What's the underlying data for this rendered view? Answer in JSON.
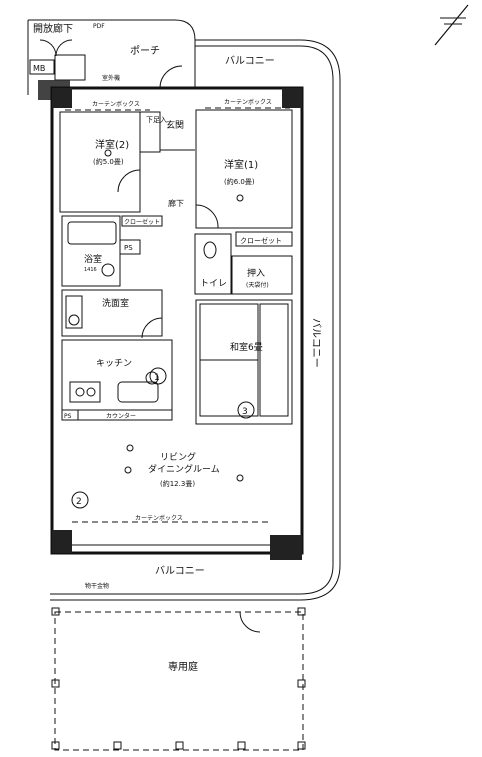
{
  "labels": {
    "open_corridor": "開放廊下",
    "porch": "ポーチ",
    "balcony_top": "バルコニー",
    "balcony_right": "バルコニー",
    "balcony_bottom": "バルコニー",
    "western_room_2": "洋室(2)",
    "western_room_2_size": "(約5.0畳)",
    "western_room_1": "洋室(1)",
    "western_room_1_size": "(約6.0畳)",
    "entrance": "玄関",
    "shoe_box": "下足入",
    "hallway": "廊下",
    "closet_left": "クローゼット",
    "closet_right": "クローゼット",
    "bathroom": "浴室",
    "bath_size": "1416",
    "toilet": "トイレ",
    "oshiire": "押入",
    "oshiire_note": "(天袋付)",
    "washroom": "洗面室",
    "kitchen": "キッチン",
    "japanese_room": "和室6畳",
    "living": "リビング",
    "dining": "ダイニングルーム",
    "living_size": "(約12.3畳)",
    "counter": "カウンター",
    "curtain_box_top_left": "カーテンボックス",
    "curtain_box_top_right": "カーテンボックス",
    "curtain_box_bottom": "カーテンボックス",
    "private_garden": "専用庭",
    "mb": "MB",
    "ps_top": "PS",
    "ps_bottom": "PS",
    "pdf": "PDF",
    "ac_label": "室外機",
    "balcony_note": "物干金物",
    "circle_1": "1",
    "circle_2": "2",
    "circle_3": "3"
  },
  "colors": {
    "line": "#111111",
    "background": "#ffffff",
    "hatch": "#222222"
  },
  "icons": [
    "north-arrow-icon",
    "door-swing-icon",
    "light-fixture-icon"
  ]
}
